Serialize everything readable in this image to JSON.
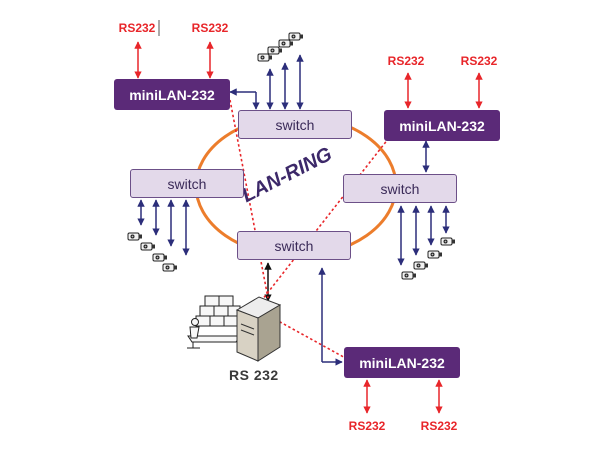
{
  "diagram": {
    "ring_label": "LAN-RING",
    "switches": [
      {
        "label": "switch"
      },
      {
        "label": "switch"
      },
      {
        "label": "switch"
      },
      {
        "label": "switch"
      }
    ],
    "minilans": [
      {
        "label": "miniLAN-232",
        "ports": [
          "RS232",
          "RS232"
        ]
      },
      {
        "label": "miniLAN-232",
        "ports": [
          "RS232",
          "RS232"
        ]
      },
      {
        "label": "miniLAN-232",
        "ports": [
          "RS232",
          "RS232"
        ]
      }
    ],
    "server": {
      "label": "RS 232"
    },
    "colors": {
      "ring": "#ec7d2c",
      "lan_link": "#2c2e7a",
      "serial_link": "#e8262a",
      "switch_fill": "#e3d9ea",
      "minilan_fill": "#5b2a78"
    }
  }
}
